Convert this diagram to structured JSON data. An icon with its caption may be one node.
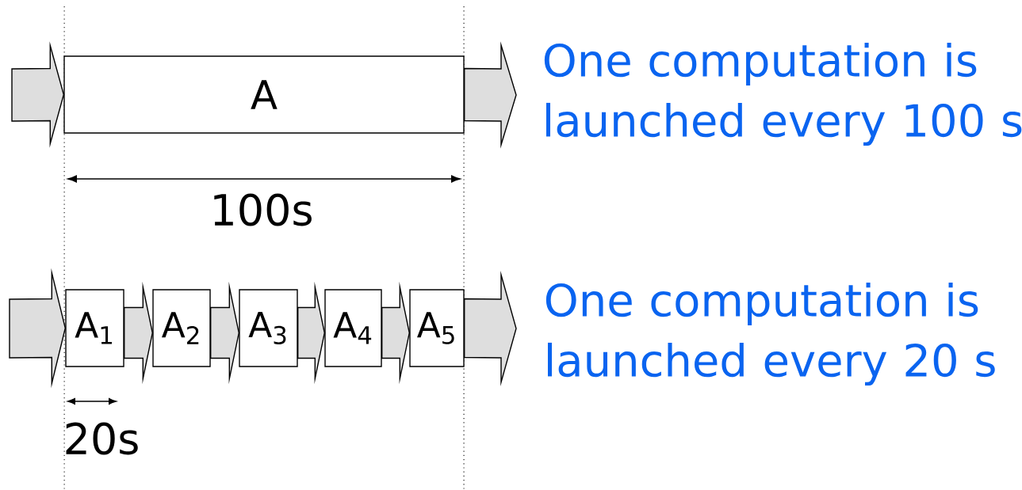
{
  "diagram": {
    "nodes": [
      {
        "text": [
          "A"
        ]
      },
      {
        "text": [
          "A$_{1}$"
        ]
      },
      {
        "text": [
          "A$_{2}$"
        ]
      },
      {
        "text": [
          "A$_{3}$"
        ]
      },
      {
        "text": [
          "A$_{4}$"
        ]
      },
      {
        "text": [
          "A$_{5}$"
        ]
      }
    ],
    "edges": [
      {
        "from": null,
        "to": 0,
        "arrow": "to"
      },
      {
        "from": 0,
        "to": null,
        "arrow": "to"
      },
      {
        "from": null,
        "to": 1,
        "arrow": "to"
      },
      {
        "from": 1,
        "to": 2,
        "arrow": "to"
      },
      {
        "from": 2,
        "to": 3,
        "arrow": "to"
      },
      {
        "from": 3,
        "to": 4,
        "arrow": "to"
      },
      {
        "from": 4,
        "to": 5,
        "arrow": "to"
      },
      {
        "from": 5,
        "to": null,
        "arrow": "to"
      }
    ],
    "labels": [
      "100s",
      "20s",
      "One computation is launched every 100 s",
      "One computation is launched every 20 s"
    ]
  }
}
